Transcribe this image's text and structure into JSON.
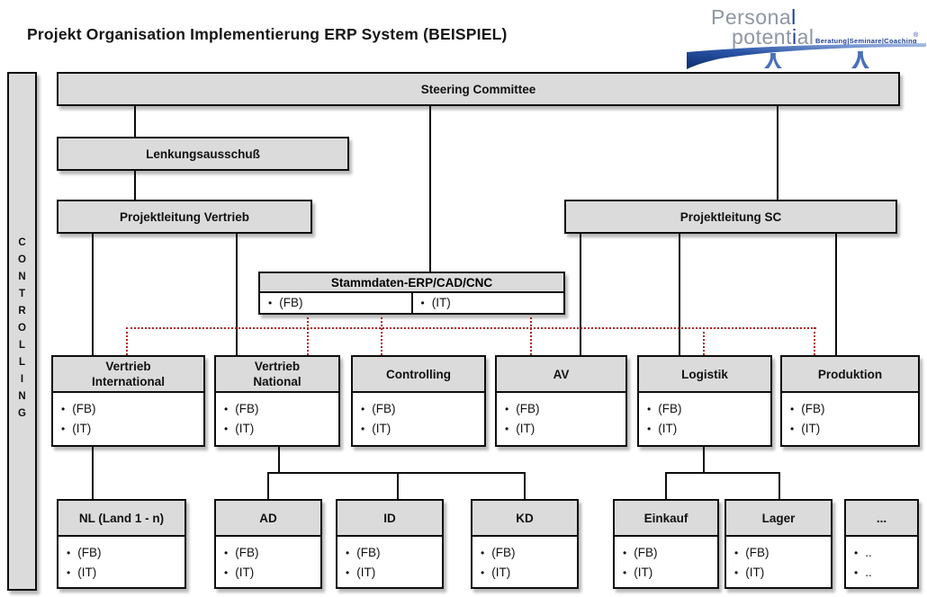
{
  "title": "Projekt Organisation Implementierung ERP System (BEISPIEL)",
  "logo": {
    "word1_a": "Persona",
    "word1_b": "l",
    "word2_a": "potent",
    "word2_b": "i",
    "word2_c": "al",
    "tagline": "Beratung|Seminare|Coaching",
    "registered": "®",
    "blue": "#1e3f96",
    "gray": "#8f96a3"
  },
  "controlling": {
    "label": "CONTROLLING"
  },
  "boxes": {
    "steering": {
      "label": "Steering Committee"
    },
    "lenkung": {
      "label": "Lenkungsausschuß"
    },
    "pl_vertrieb": {
      "label": "Projektleitung Vertrieb"
    },
    "pl_sc": {
      "label": "Projektleitung SC"
    },
    "stammdaten": {
      "label": "Stammdaten-ERP/CAD/CNC",
      "cells": [
        "(FB)",
        "(IT)"
      ]
    }
  },
  "departments": [
    {
      "label": "Vertrieb\nInternational",
      "items": [
        "(FB)",
        "(IT)"
      ]
    },
    {
      "label": "Vertrieb\nNational",
      "items": [
        "(FB)",
        "(IT)"
      ]
    },
    {
      "label": "Controlling",
      "items": [
        "(FB)",
        "(IT)"
      ]
    },
    {
      "label": "AV",
      "items": [
        "(FB)",
        "(IT)"
      ]
    },
    {
      "label": "Logistik",
      "items": [
        "(FB)",
        "(IT)"
      ]
    },
    {
      "label": "Produktion",
      "items": [
        "(FB)",
        "(IT)"
      ]
    }
  ],
  "leaves": [
    {
      "label": "NL (Land 1 - n)",
      "items": [
        "(FB)",
        "(IT)"
      ]
    },
    {
      "label": "AD",
      "items": [
        "(FB)",
        "(IT)"
      ]
    },
    {
      "label": "ID",
      "items": [
        "(FB)",
        "(IT)"
      ]
    },
    {
      "label": "KD",
      "items": [
        "(FB)",
        "(IT)"
      ]
    },
    {
      "label": "Einkauf",
      "items": [
        "(FB)",
        "(IT)"
      ]
    },
    {
      "label": "Lager",
      "items": [
        "(FB)",
        "(IT)"
      ]
    },
    {
      "label": "...",
      "items": [
        "..",
        ".."
      ]
    }
  ],
  "colors": {
    "box_fill": "#dbdbdb",
    "box_border": "#0d0d0d",
    "dotted_line": "#b22222"
  }
}
